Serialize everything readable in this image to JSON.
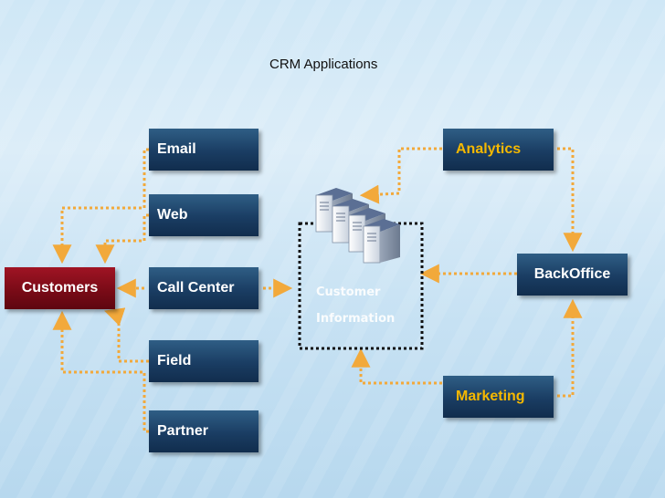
{
  "title": "CRM Applications",
  "channels": {
    "email": "Email",
    "web": "Web",
    "call_center": "Call Center",
    "field": "Field",
    "partner": "Partner"
  },
  "customers": "Customers",
  "back_end": {
    "analytics": "Analytics",
    "backoffice": "BackOffice",
    "marketing": "Marketing"
  },
  "customer_info": {
    "line1": "Customer",
    "line2": "Information"
  },
  "colors": {
    "connector": "#f2a93b",
    "box_blue": "#1a3d63",
    "box_red": "#7a0b17",
    "highlight_text": "#f5b800"
  },
  "icons": {
    "database": "server-stack-icon"
  }
}
